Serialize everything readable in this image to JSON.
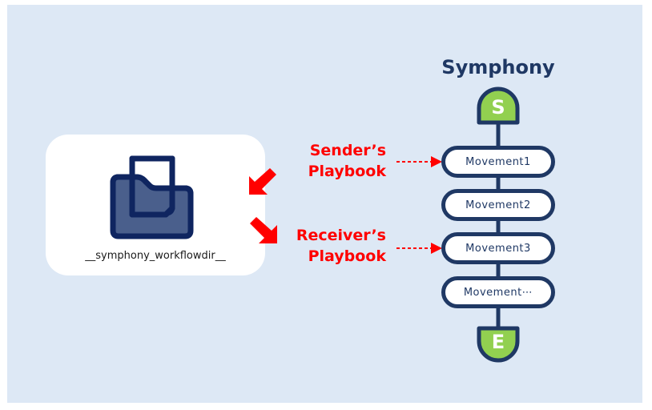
{
  "diagram": {
    "title": "Symphony",
    "workflow_dir": {
      "label": "__symphony_workflowdir__",
      "icon": "folder-with-document-icon"
    },
    "callouts": [
      {
        "id": "sender",
        "line1": "Sender’s",
        "line2": "Playbook",
        "target": "Movement1"
      },
      {
        "id": "receiver",
        "line1": "Receiver’s",
        "line2": "Playbook",
        "target": "Movement3"
      }
    ],
    "flow": {
      "start": {
        "label": "S"
      },
      "movements": [
        "Movement1",
        "Movement2",
        "Movement3",
        "Movement⋯"
      ],
      "end": {
        "label": "E"
      }
    },
    "colors": {
      "background": "#dde8f5",
      "navy": "#1f3864",
      "folder_fill": "#4a5f8c",
      "folder_stroke": "#0f2560",
      "stop_green": "#92d050",
      "accent_red": "#ff0000"
    }
  }
}
